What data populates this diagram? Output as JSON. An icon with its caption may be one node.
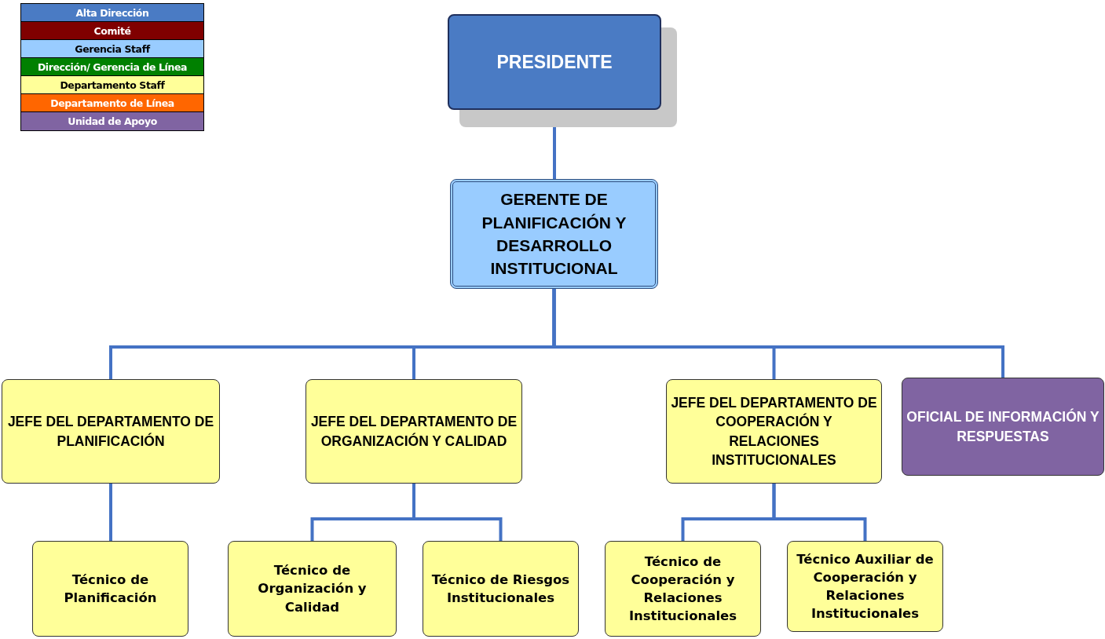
{
  "diagram": {
    "nodes": [
      {
        "text": [
          "PRESIDENTE"
        ]
      },
      {
        "text": [
          "GERENTE DE PLANIFICACIÓN Y DESARROLLO INSTITUCIONAL"
        ]
      },
      {
        "text": [
          "JEFE DEL DEPARTAMENTO DE PLANIFICACIÓN"
        ]
      },
      {
        "text": [
          "JEFE DEL DEPARTAMENTO DE ORGANIZACIÓN Y CALIDAD"
        ]
      },
      {
        "text": [
          "JEFE DEL DEPARTAMENTO DE COOPERACIÓN Y RELACIONES INSTITUCIONALES"
        ]
      },
      {
        "text": [
          "OFICIAL DE INFORMACIÓN Y RESPUESTAS"
        ]
      },
      {
        "text": [
          "Técnico de Planificación"
        ]
      },
      {
        "text": [
          "Técnico de Organización y Calidad"
        ]
      },
      {
        "text": [
          "Técnico de Riesgos Institucionales"
        ]
      },
      {
        "text": [
          "Técnico de Cooperación y Relaciones Institucionales"
        ]
      },
      {
        "text": [
          "Técnico Auxiliar de Cooperación y Relaciones Institucionales"
        ]
      }
    ],
    "edges": [
      {
        "from": 0,
        "to": 1,
        "arrow": "none"
      },
      {
        "from": 1,
        "to": 2,
        "arrow": "none"
      },
      {
        "from": 1,
        "to": 3,
        "arrow": "none"
      },
      {
        "from": 1,
        "to": 4,
        "arrow": "none"
      },
      {
        "from": 1,
        "to": 5,
        "arrow": "none"
      },
      {
        "from": 2,
        "to": 6,
        "arrow": "none"
      },
      {
        "from": 3,
        "to": 7,
        "arrow": "none"
      },
      {
        "from": 3,
        "to": 8,
        "arrow": "none"
      },
      {
        "from": 4,
        "to": 9,
        "arrow": "none"
      },
      {
        "from": 4,
        "to": 10,
        "arrow": "none"
      }
    ],
    "legend": [
      {
        "text": "Alta Dirección",
        "color": "#4a7bc4"
      },
      {
        "text": "Comité",
        "color": "#800000"
      },
      {
        "text": "Gerencia Staff",
        "color": "#99ccff"
      },
      {
        "text": "Dirección/ Gerencia de Línea",
        "color": "#008000"
      },
      {
        "text": "Departamento Staff",
        "color": "#ffff99"
      },
      {
        "text": "Departamento de Línea",
        "color": "#ff6600"
      },
      {
        "text": "Unidad de Apoyo",
        "color": "#8064a2"
      }
    ]
  }
}
